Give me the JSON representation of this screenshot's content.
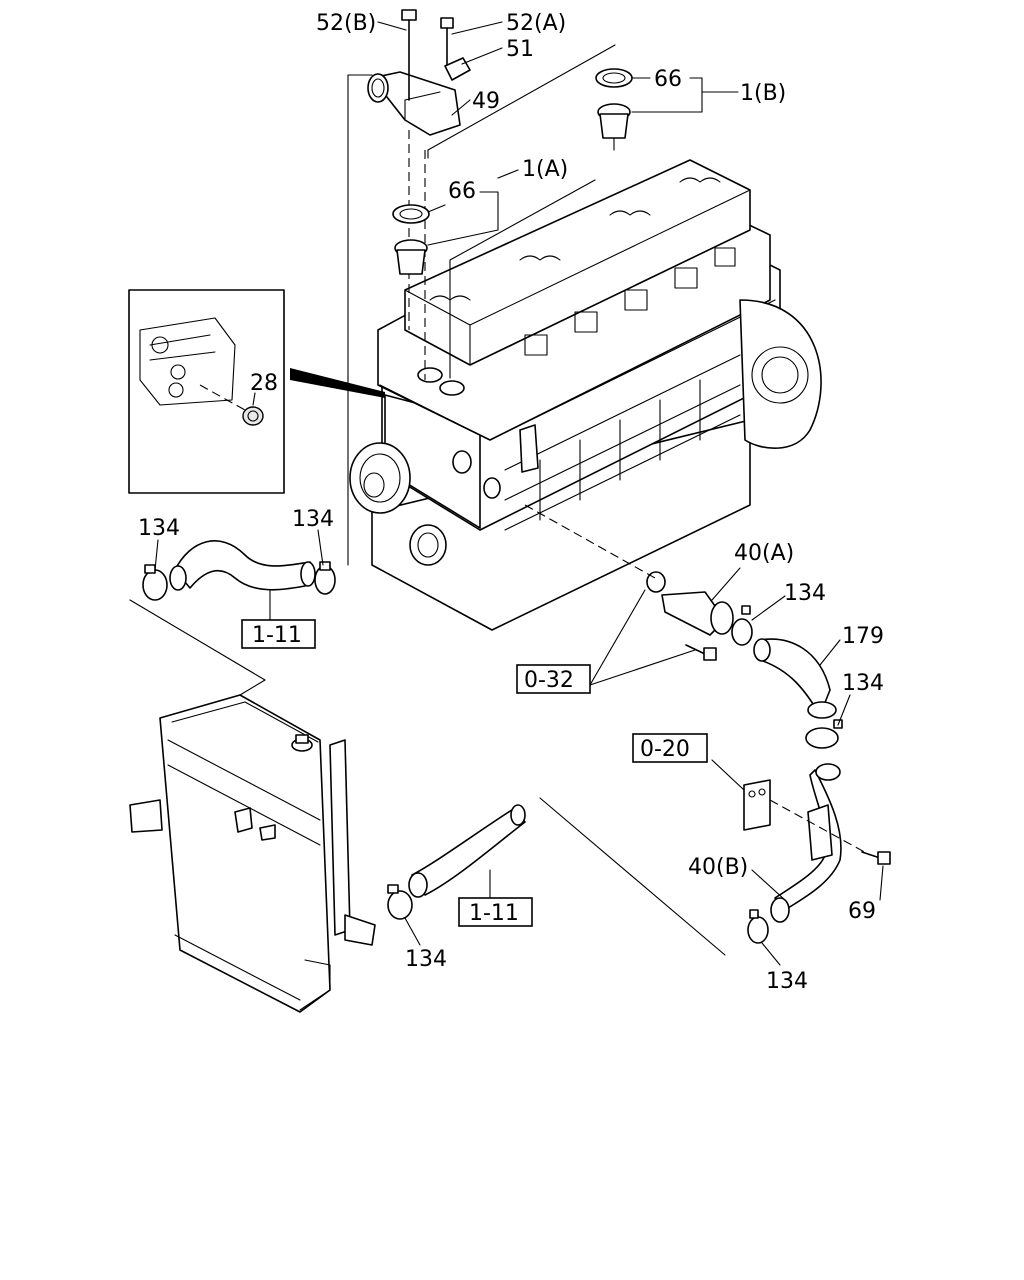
{
  "callouts": {
    "c52b": "52(B)",
    "c52a": "52(A)",
    "c51": "51",
    "c49": "49",
    "c66_top": "66",
    "c1b": "1(B)",
    "c66_mid": "66",
    "c1a": "1(A)",
    "c28": "28",
    "c134_left": "134",
    "c134_mid": "134",
    "c40a": "40(A)",
    "c134_r1": "134",
    "c179": "179",
    "c134_r2": "134",
    "c40b": "40(B)",
    "c69": "69",
    "c134_bot_left": "134",
    "c134_bot_right": "134"
  },
  "references": {
    "ref_1_11_top": "1-11",
    "ref_0_32": "0-32",
    "ref_0_20": "0-20",
    "ref_1_11_bottom": "1-11"
  }
}
